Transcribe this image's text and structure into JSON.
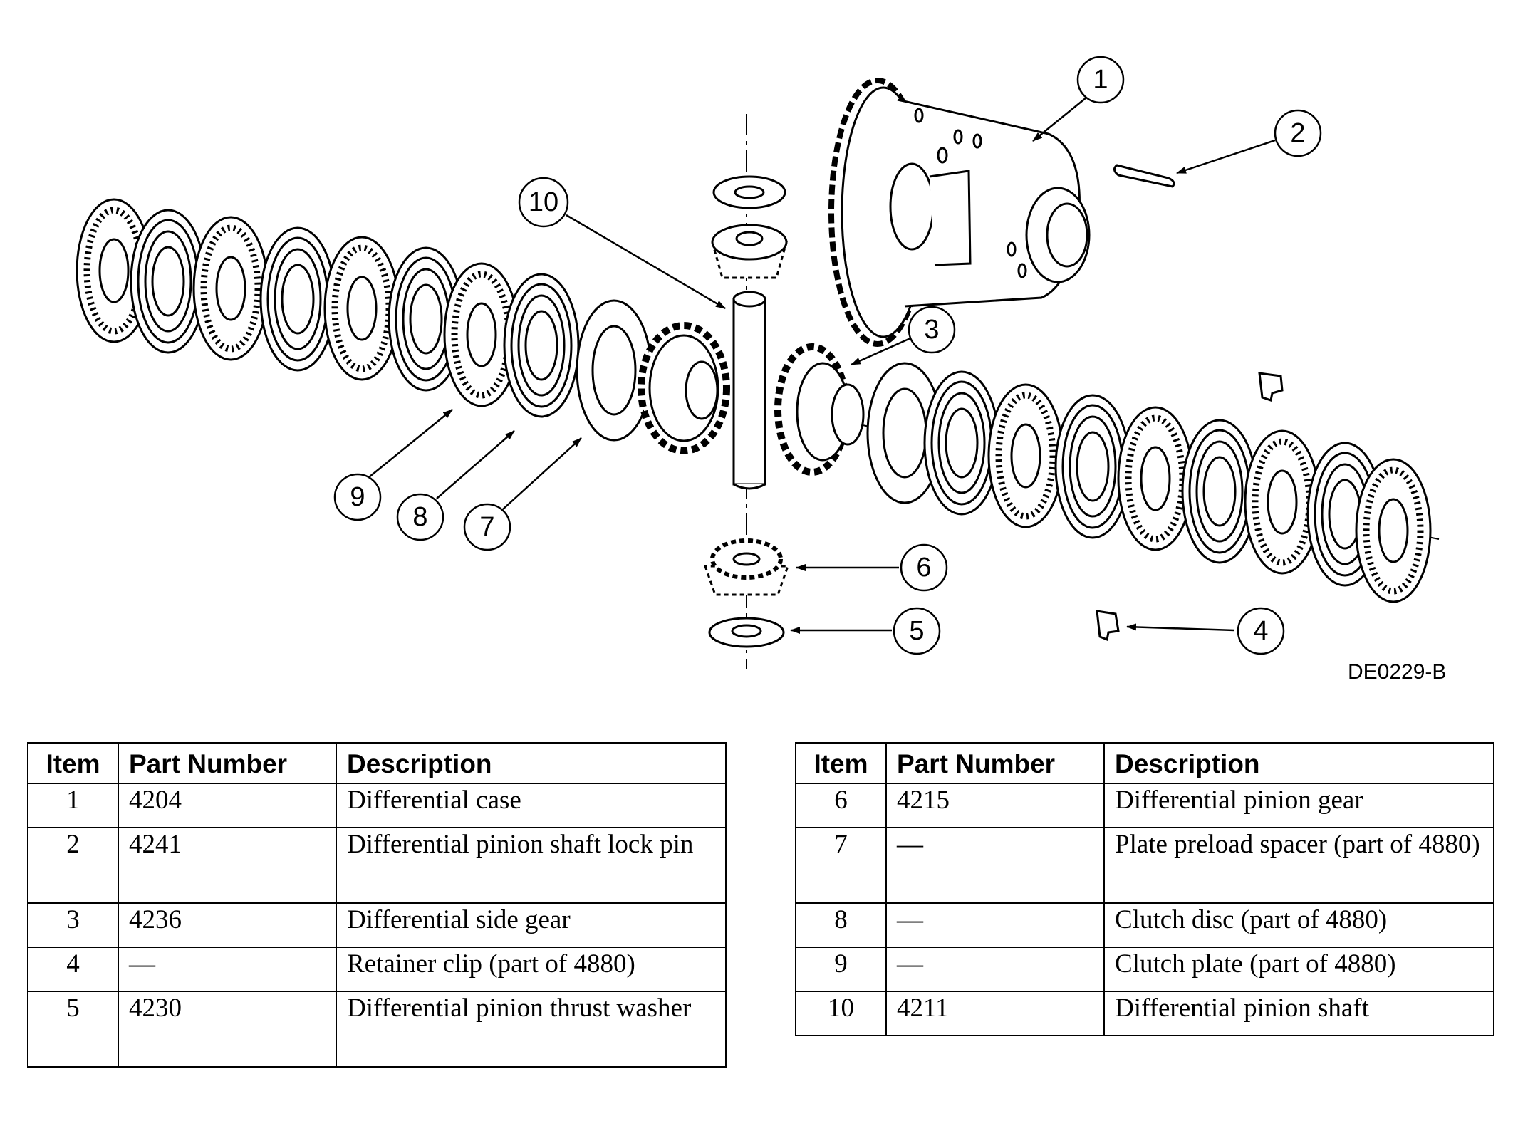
{
  "figure": {
    "id": "DE0229-B",
    "callouts": [
      "1",
      "2",
      "3",
      "4",
      "5",
      "6",
      "7",
      "8",
      "9",
      "10"
    ]
  },
  "tables": [
    {
      "headers": {
        "item": "Item",
        "part": "Part Number",
        "desc": "Description"
      },
      "rows": [
        {
          "item": "1",
          "part": "4204",
          "desc": "Differential case"
        },
        {
          "item": "2",
          "part": "4241",
          "desc": "Differential pinion shaft lock pin"
        },
        {
          "item": "3",
          "part": "4236",
          "desc": "Differential side gear"
        },
        {
          "item": "4",
          "part": "—",
          "desc": "Retainer clip (part of 4880)"
        },
        {
          "item": "5",
          "part": "4230",
          "desc": "Differential pinion thrust washer"
        }
      ]
    },
    {
      "headers": {
        "item": "Item",
        "part": "Part Number",
        "desc": "Description"
      },
      "rows": [
        {
          "item": "6",
          "part": "4215",
          "desc": "Differential pinion gear"
        },
        {
          "item": "7",
          "part": "—",
          "desc": "Plate preload spacer (part of 4880)"
        },
        {
          "item": "8",
          "part": "—",
          "desc": "Clutch disc (part of 4880)"
        },
        {
          "item": "9",
          "part": "—",
          "desc": "Clutch plate (part of 4880)"
        },
        {
          "item": "10",
          "part": "4211",
          "desc": "Differential pinion shaft"
        }
      ]
    }
  ]
}
